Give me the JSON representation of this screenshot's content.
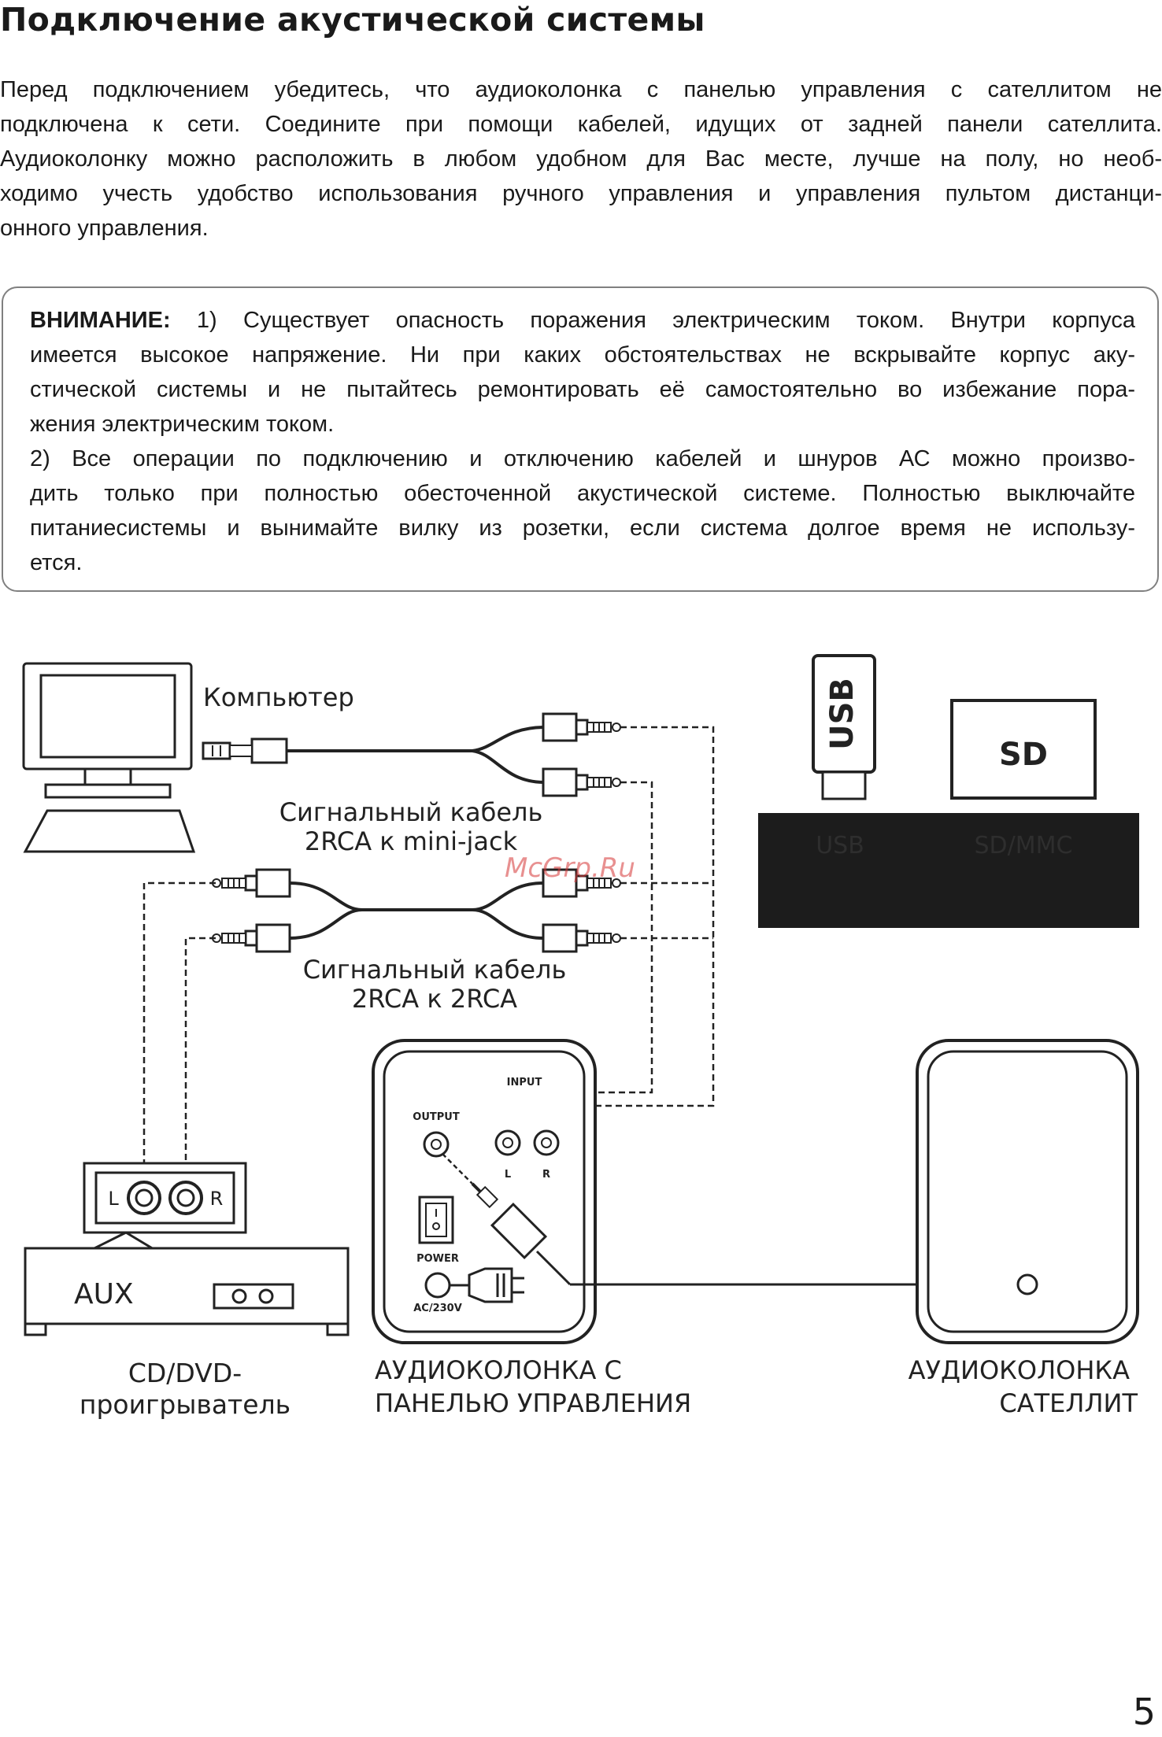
{
  "page": {
    "title": "Подключение акустической системы",
    "intro_lines": [
      "Перед подключением убедитесь, что аудиоколонка с панелью управления с сателлитом не",
      "подключена к сети. Соедините при помощи кабелей, идущих от задней панели сателлита.",
      "Аудиоколонку можно расположить в любом удобном для Вас месте, лучше на полу, но необ-",
      "ходимо учесть удобство использования ручного управления и управления пультом дистанци-",
      "онного управления."
    ],
    "warning": {
      "label": "ВНИМАНИЕ:",
      "line1_rest": " 1) Существует опасность поражения электрическим током. Внутри корпуса",
      "lines": [
        "имеется высокое напряжение. Ни при каких обстоятельствах не вскрывайте корпус аку-",
        "стической системы и не пытайтесь ремонтировать её самостоятельно во избежание пора-",
        "жения электрическим током.",
        "2) Все операции по подключению и отключению кабелей и шнуров АС можно произво-",
        "дить только при полностью обесточенной акустической системе. Полностью выключайте",
        "питаниесистемы и вынимайте вилку из розетки, если система долгое время не использу-",
        "ется."
      ]
    },
    "page_number": "5"
  },
  "diagram": {
    "computer_label": "Компьютер",
    "cable1_label": [
      "Сигнальный кабель",
      "2RCA к mini-jack"
    ],
    "cable2_label": [
      "Сигнальный кабель",
      "2RCA к 2RCA"
    ],
    "usb_stick_label": "USB",
    "sd_card_label": "SD",
    "slot_usb_label": "USB",
    "slot_sd_label": "SD/MMC",
    "watermark": "McGrp.Ru",
    "player_aux_label": "AUX",
    "player_l": "L",
    "player_r": "R",
    "player_label": [
      "CD/DVD-",
      "проигрыватель"
    ],
    "panel": {
      "input": "INPUT",
      "output": "OUTPUT",
      "l": "L",
      "r": "R",
      "power": "POWER",
      "ac": "AC/230V"
    },
    "main_speaker_label": [
      "АУДИОКОЛОНКА С",
      "ПАНЕЛЬЮ УПРАВЛЕНИЯ"
    ],
    "satellite_label": [
      "АУДИОКОЛОНКА",
      "САТЕЛЛИТ"
    ]
  }
}
